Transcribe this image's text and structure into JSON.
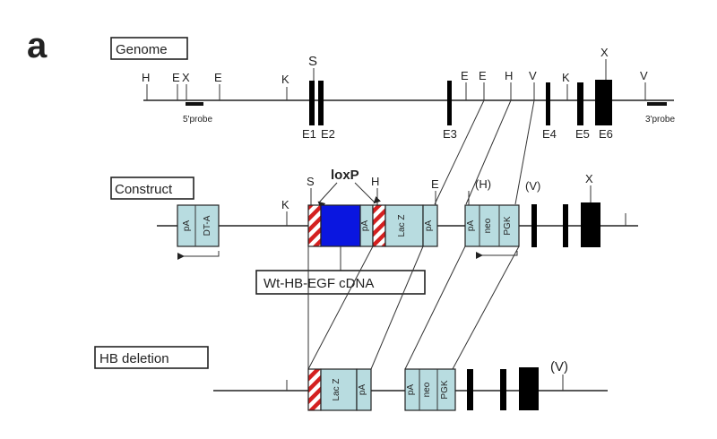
{
  "panel_label": "a",
  "sections": {
    "genome": "Genome",
    "construct": "Construct",
    "deletion": "HB deletion"
  },
  "genome": {
    "sites": [
      "H",
      "E",
      "X",
      "E",
      "K",
      "S",
      "E",
      "E",
      "H",
      "V",
      "K",
      "X",
      "V"
    ],
    "probe5": "5'probe",
    "probe3": "3'probe",
    "exons": [
      "E1",
      "E2",
      "E3",
      "E4",
      "E5",
      "E6"
    ]
  },
  "construct": {
    "sites": [
      "K",
      "S",
      "H",
      "E",
      "(H)",
      "(V)",
      "X"
    ],
    "loxp": "loxP",
    "dta": "DT-A",
    "pa": "pA",
    "lacz": "Lac Z",
    "neo": "neo",
    "pgk": "PGK",
    "cdna": "Wt-HB-EGF cDNA"
  },
  "deletion": {
    "sites": [
      "(V)"
    ],
    "lacz": "Lac Z",
    "pa": "pA",
    "neo": "neo",
    "pgk": "PGK"
  },
  "colors": {
    "cassette": "#b8dce0",
    "hb_egf": "#0a16e0",
    "lox_stripe": "#d42020"
  }
}
